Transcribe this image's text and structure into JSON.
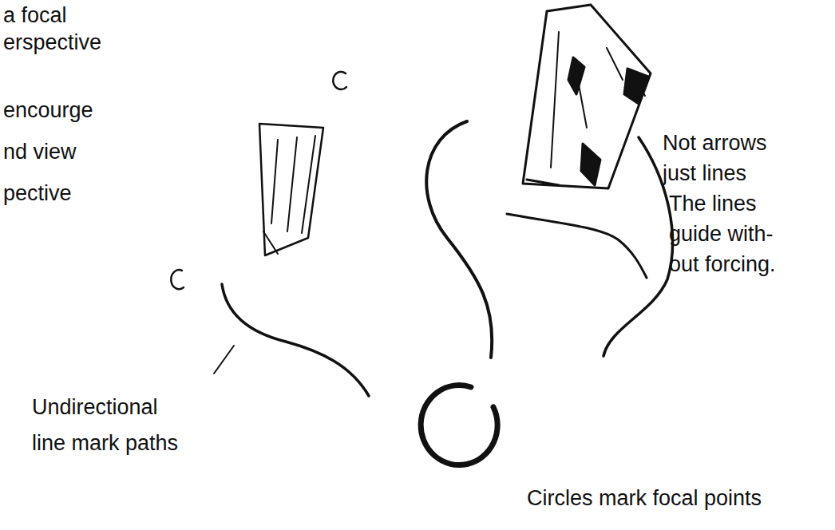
{
  "diagram": {
    "labels": [
      "a focal erspective",
      "encourge nd view pective",
      "Not arrows just lines",
      "The lines guide with- out forcing.",
      "Undirectional line mark paths",
      "Circles mark focal points"
    ]
  }
}
